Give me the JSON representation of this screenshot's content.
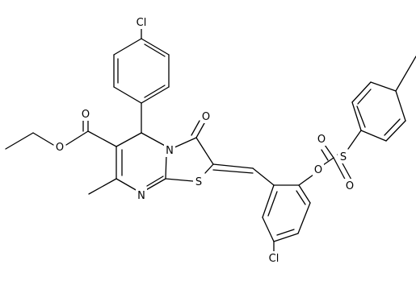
{
  "molecule": {
    "atoms": {
      "cl_top": "Cl",
      "o_ester_carbonyl": "O",
      "o_ester_ether": "O",
      "n_ring": "N",
      "o_ketone": "O",
      "n_imine": "N",
      "s_ring": "S",
      "o_sulfonate": "O",
      "s_sulfonyl": "S",
      "o_sulfonyl_left": "O",
      "o_sulfonyl_bottom": "O",
      "cl_bottom": "Cl"
    }
  },
  "colors": {
    "bond": "#000000",
    "label": "#000000",
    "background": "#ffffff"
  }
}
